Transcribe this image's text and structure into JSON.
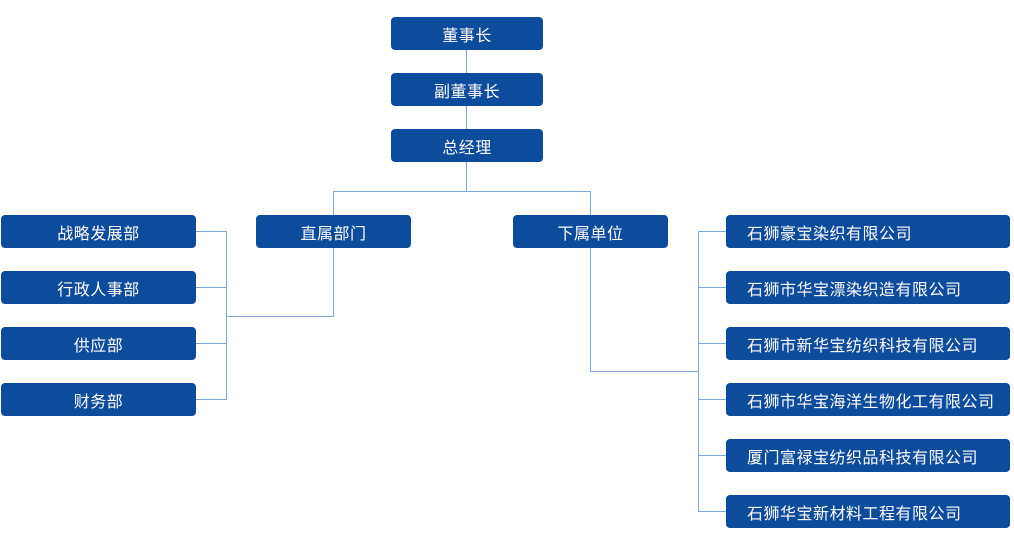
{
  "colors": {
    "node_fill": "#0d4c9c",
    "node_text": "#ffffff",
    "connector": "#7fa8d8",
    "background": "#ffffff"
  },
  "org_chart": {
    "top_chain": [
      {
        "label": "董事长"
      },
      {
        "label": "副董事长"
      },
      {
        "label": "总经理"
      }
    ],
    "branches": [
      {
        "label": "直属部门"
      },
      {
        "label": "下属单位"
      }
    ],
    "direct_departments": [
      {
        "label": "战略发展部"
      },
      {
        "label": "行政人事部"
      },
      {
        "label": "供应部"
      },
      {
        "label": "财务部"
      }
    ],
    "subsidiaries": [
      {
        "label": "石狮豪宝染织有限公司"
      },
      {
        "label": "石狮市华宝漂染织造有限公司"
      },
      {
        "label": "石狮市新华宝纺织科技有限公司"
      },
      {
        "label": "石狮市华宝海洋生物化工有限公司"
      },
      {
        "label": "厦门富禄宝纺织品科技有限公司"
      },
      {
        "label": "石狮华宝新材料工程有限公司"
      }
    ]
  }
}
